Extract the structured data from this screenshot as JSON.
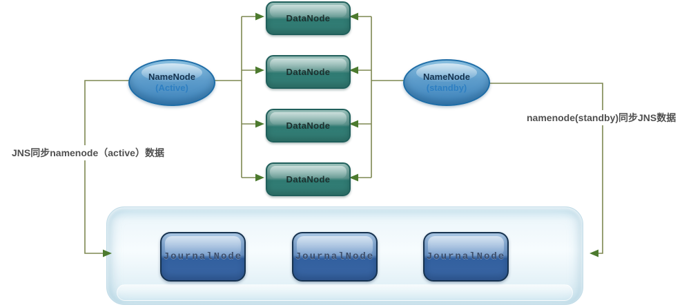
{
  "labels": {
    "left_sync": "JNS同步namenode（active）数据",
    "right_sync": "namenode(standby)同步JNS数据"
  },
  "nodes": {
    "namenode_active": {
      "title": "NameNode",
      "subtitle": "(Active)"
    },
    "namenode_standby": {
      "title": "NameNode",
      "subtitle": "(standby)"
    },
    "datanodes": [
      "DataNode",
      "DataNode",
      "DataNode",
      "DataNode"
    ],
    "journalnodes": [
      "JournalNode",
      "JournalNode",
      "JournalNode"
    ]
  },
  "colors": {
    "connector_line": "#7d8750",
    "arrowhead": "#4c7a2e",
    "namenode_border": "#1d6ca6",
    "namenode_fill_top": "#8cc2e2",
    "namenode_fill_bottom": "#3f85bd",
    "namenode_title": "#15334f",
    "namenode_subtitle": "#2e7fc2",
    "datanode_border": "#205f5b",
    "datanode_fill_top": "#9dc3bd",
    "datanode_fill_bottom": "#2f7a72",
    "datanode_text": "#1c302e",
    "journalnode_border": "#16324f",
    "journalnode_fill_top": "#a9c7e4",
    "journalnode_fill_bottom": "#32609f",
    "journalnode_text": "#3c4e6b",
    "container_border": "#c0dbe7",
    "label_text": "#4f4f4f"
  }
}
